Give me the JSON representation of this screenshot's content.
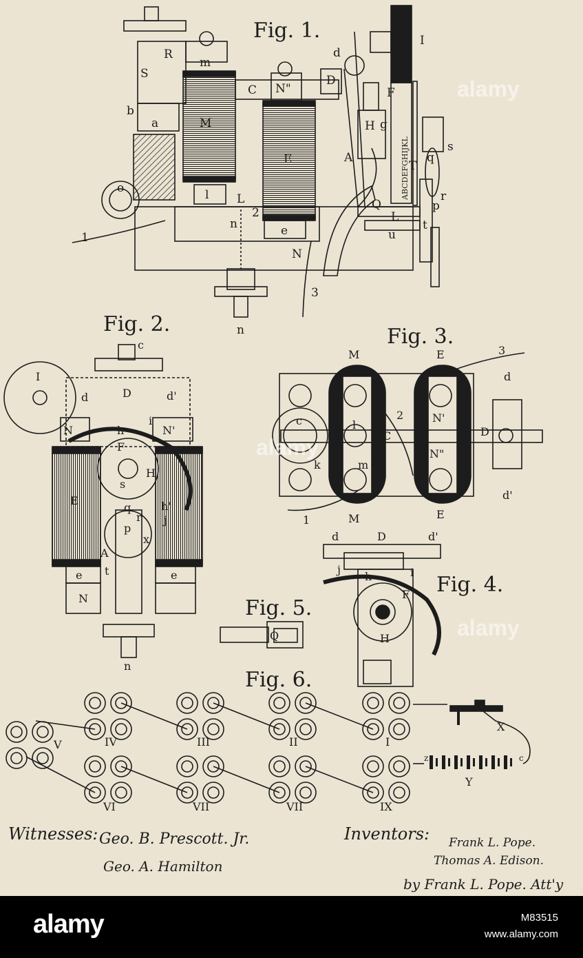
{
  "figures": {
    "fig1": "Fig. 1.",
    "fig2": "Fig. 2.",
    "fig3": "Fig. 3.",
    "fig4": "Fig. 4.",
    "fig5": "Fig. 5.",
    "fig6": "Fig. 6."
  },
  "fig1_labels": {
    "R": "R",
    "S": "S",
    "m": "m",
    "M": "M",
    "C": "C",
    "N2": "N\"",
    "D": "D",
    "d": "d",
    "I": "I",
    "F": "F",
    "H": "H",
    "g": "g",
    "E": "E",
    "A": "A",
    "T": "T",
    "q": "q",
    "s": "s",
    "a": "a",
    "b": "b",
    "o": "o",
    "l": "l",
    "L": "L",
    "two": "2",
    "n": "n",
    "e": "e",
    "Q": "Q",
    "L2": "L",
    "u": "u",
    "t": "t",
    "p": "p",
    "r": "r",
    "N": "N",
    "one": "1",
    "three": "3",
    "n_bottom": "n",
    "type_letters": "ABCDEFGHIJKL"
  },
  "fig2_labels": {
    "c": "c",
    "I": "I",
    "D": "D",
    "d": "d",
    "d1": "d'",
    "i": "i",
    "N": "N",
    "N1": "N'",
    "h": "h",
    "F": "F",
    "H": "H",
    "s": "s",
    "q": "q",
    "r": "r",
    "j": "j",
    "h1": "h'",
    "E": "E",
    "A": "A",
    "p": "p",
    "x": "x",
    "t": "t",
    "e": "e",
    "e2": "e",
    "N_low": "N",
    "n": "n"
  },
  "fig3_labels": {
    "M_top": "M",
    "E_top": "E",
    "three": "3",
    "d": "d",
    "c": "c",
    "l": "l",
    "two": "2",
    "N1": "N'",
    "C": "C",
    "D": "D",
    "k": "k",
    "m": "m",
    "N2": "N\"",
    "one": "1",
    "M_bottom": "M",
    "E_bottom": "E",
    "d1": "d'"
  },
  "fig4_labels": {
    "d": "d",
    "D": "D",
    "d1": "d'",
    "j": "j",
    "h": "h",
    "i": "i",
    "F": "F",
    "H": "H"
  },
  "fig5_labels": {
    "Q": "Q"
  },
  "fig6_labels": {
    "V": "V",
    "IV": "IV",
    "III": "III",
    "II": "II",
    "I": "I",
    "X": "X",
    "z": "z",
    "c": "c",
    "Y": "Y",
    "VI": "VI",
    "VII": "VII",
    "VII2": "VII",
    "IX": "IX"
  },
  "signatures": {
    "witnesses_label": "Witnesses:",
    "witness1": "Geo. B. Prescott. Jr.",
    "witness2": "Geo. A. Hamilton",
    "inventors_label": "Inventors:",
    "inventor1": "Frank L. Pope.",
    "inventor2": "Thomas A. Edison.",
    "attorney": "by Frank L. Pope. Att'y"
  },
  "watermark": "alamy",
  "footer": {
    "logo": "alamy",
    "image_id": "M83515",
    "site": "www.alamy.com"
  },
  "colors": {
    "paper": "#ebe4d3",
    "ink": "#1c1c1c",
    "footer": "#000000"
  }
}
